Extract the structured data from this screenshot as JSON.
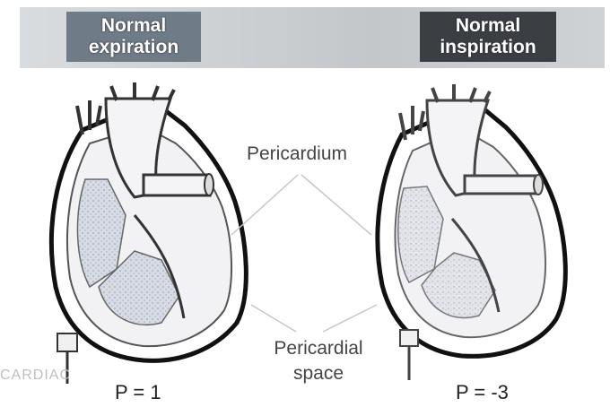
{
  "header": {
    "left_label_line1": "Normal",
    "left_label_line2": "expiration",
    "right_label_line1": "Normal",
    "right_label_line2": "inspiration"
  },
  "labels": {
    "pericardium": "Pericardium",
    "pericardial_space_line1": "Pericardial",
    "pericardial_space_line2": "space",
    "left_pressure": "P = 1",
    "right_pressure": "P = -3",
    "faded_text": "CARDIAC"
  }
}
